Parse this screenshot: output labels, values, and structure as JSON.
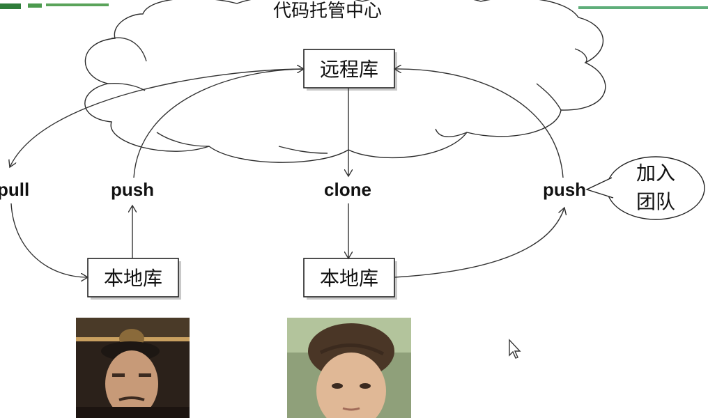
{
  "cloud": {
    "title": "代码托管中心"
  },
  "nodes": {
    "remote_repo": "远程库",
    "local_repo_left": "本地库",
    "local_repo_right": "本地库"
  },
  "actions": {
    "pull": "pull",
    "push_left": "push",
    "clone": "clone",
    "push_right": "push"
  },
  "callout": {
    "line1": "加入",
    "line2": "团队"
  },
  "colors": {
    "top_left_deco": "#3a8a3a",
    "top_right_deco": "#4aa86a"
  },
  "icons": [
    "mouse-cursor-icon"
  ]
}
